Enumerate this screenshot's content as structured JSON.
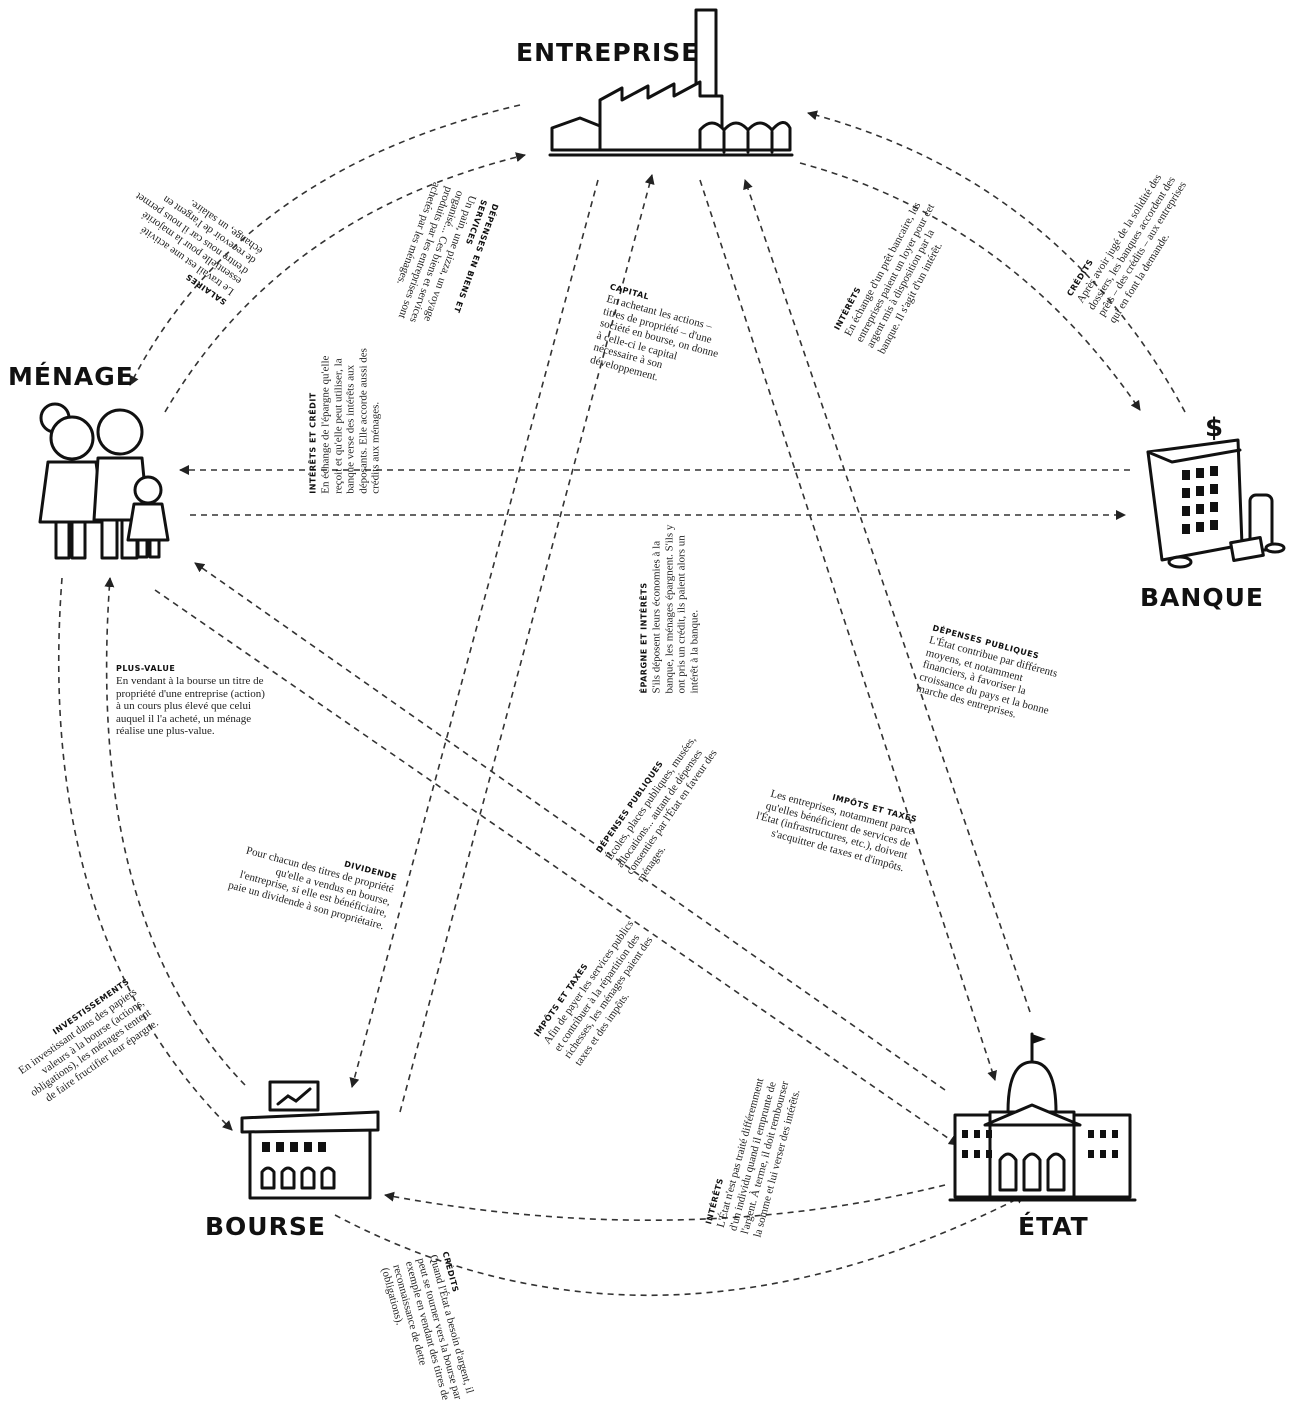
{
  "nodes": {
    "entreprise": "ENTREPRISE",
    "menage": "MÉNAGE",
    "banque": "BANQUE",
    "bourse": "BOURSE",
    "etat": "ÉTAT"
  },
  "annotations": {
    "salaires": {
      "head": "SALAIRES",
      "body": "Le travail est une activité essentielle pour la majorité d'entre nous car il nous permet de recevoir de l'argent en échange, un salaire."
    },
    "depenses_biens": {
      "head": "DÉPENSES EN BIENS ET SERVICES",
      "body": "Un pain, une pizza, un voyage organisé... Ces biens et services produits par les entreprises sont achetés par les ménages."
    },
    "capital": {
      "head": "CAPITAL",
      "body": "En achetant les actions – titres de propriété – d'une société en bourse, on donne à celle-ci le capital nécessaire à son développement."
    },
    "interets_banque": {
      "head": "INTÉRÊTS",
      "body": "En échange d'un prêt bancaire, les entreprises paient un loyer pour cet argent mis à disposition par la banque. Il s'agit d'un intérêt."
    },
    "credits_banque": {
      "head": "CRÉDITS",
      "body": "Après avoir jugé de la solidité des dossiers, les banques accordent des prêts – des crédits – aux entreprises qui en font la demande."
    },
    "interets_credit": {
      "head": "INTÉRÊTS ET CRÉDIT",
      "body": "En échange de l'épargne qu'elle reçoit et qu'elle peut utiliser, la banque verse des intérêts aux déposants. Elle accorde aussi des crédits aux ménages."
    },
    "epargne": {
      "head": "ÉPARGNE ET INTÉRÊTS",
      "body": "S'ils déposent leurs économies à la banque, les ménages épargnent. S'ils y ont pris un crédit, ils paient alors un intérêt à la banque."
    },
    "depenses_publiques_entreprise": {
      "head": "DÉPENSES PUBLIQUES",
      "body": "L'État contribue par différents moyens, et notamment financiers, à favoriser la croissance du pays et la bonne marche des entreprises."
    },
    "plus_value": {
      "head": "PLUS-VALUE",
      "body": "En vendant à la bourse un titre de propriété d'une entreprise (action) à un cours plus élevé que celui auquel il l'a acheté, un ménage réalise une plus-value."
    },
    "depenses_publiques_menage": {
      "head": "DÉPENSES PUBLIQUES",
      "body": "Écoles, places publiques, musées, allocations... autant de dépenses consenties par l'État en faveur des ménages."
    },
    "impots_entreprises": {
      "head": "IMPÔTS ET TAXES",
      "body": "Les entreprises, notamment parce qu'elles bénéficient de services de l'État (infrastructures, etc.), doivent s'acquitter de taxes et d'impôts."
    },
    "dividende": {
      "head": "DIVIDENDE",
      "body": "Pour chacun des titres de propriété qu'elle a vendus en bourse, l'entreprise, si elle est bénéficiaire, paie un dividende à son propriétaire."
    },
    "impots_menages": {
      "head": "IMPÔTS ET TAXES",
      "body": "Afin de payer les services publics et contribuer à la répartition des richesses, les ménages paient des taxes et des impôts."
    },
    "investissements": {
      "head": "INVESTISSEMENTS",
      "body": "En investissant dans des papiers valeurs à la bourse (actions, obligations), les ménages tentent de faire fructifier leur épargne."
    },
    "interets_etat": {
      "head": "INTÉRÊTS",
      "body": "L'État n'est pas traité différemment d'un individu quand il emprunte de l'argent. À terme, il doit rembourser la somme et lui verser des intérêts."
    },
    "credits_etat": {
      "head": "CRÉDITS",
      "body": "Quand l'État a besoin d'argent, il peut se tourner vers la bourse par exemple en vendant des titres de reconnaissance de dette (obligations)."
    }
  }
}
